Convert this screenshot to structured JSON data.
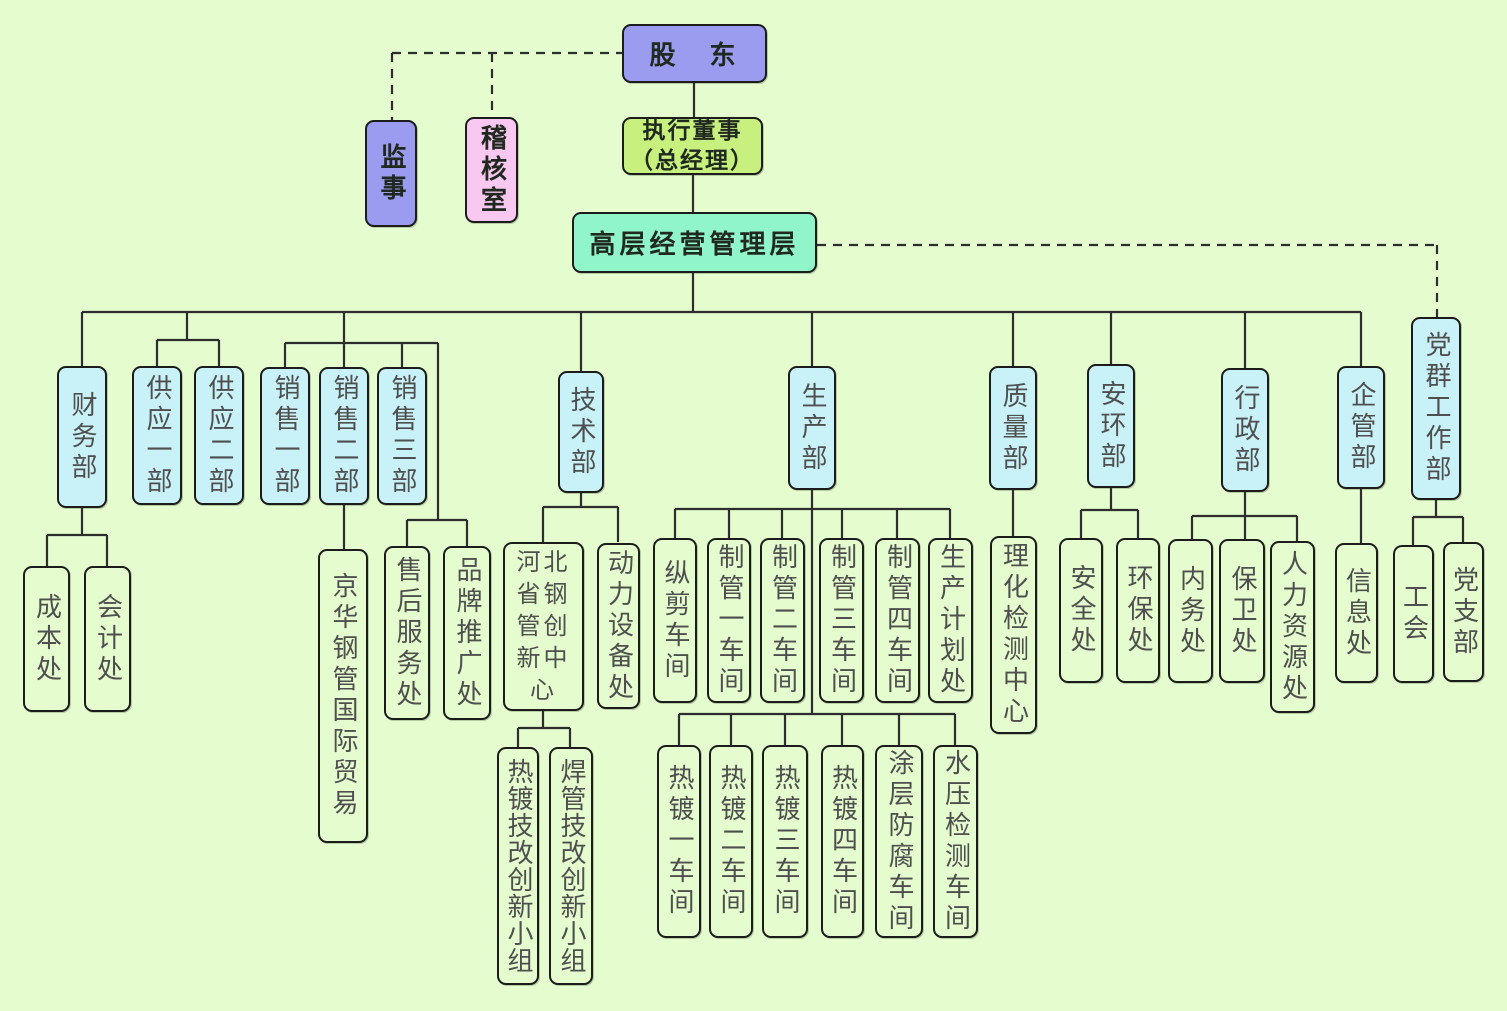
{
  "colors": {
    "background": "#e4fcce",
    "node_cyan": "#c9f2f8",
    "node_purple": "#9b9bf0",
    "node_pink": "#f8c8f0",
    "node_yellow_green": "#c8f07e",
    "node_aqua": "#90f5c8",
    "node_plain": "#e4fcce",
    "border": "#1c1c1c",
    "connector_line": "#2d2d2d",
    "text": "#4f4f4f"
  },
  "nodes": {
    "shareholders": {
      "label": "股　东"
    },
    "supervisor": {
      "label": "监事"
    },
    "audit_office": {
      "label": "稽核室"
    },
    "executive_director": {
      "label": "执行董事\n（总经理）"
    },
    "senior_management": {
      "label": "高层经营管理层"
    },
    "finance_dept": {
      "label": "财务部"
    },
    "supply_dept1": {
      "label": "供应一部"
    },
    "supply_dept2": {
      "label": "供应二部"
    },
    "sales_dept1": {
      "label": "销售一部"
    },
    "sales_dept2": {
      "label": "销售二部"
    },
    "sales_dept3": {
      "label": "销售三部"
    },
    "tech_dept": {
      "label": "技术部"
    },
    "production_dept": {
      "label": "生产部"
    },
    "quality_dept": {
      "label": "质量部"
    },
    "safety_env_dept": {
      "label": "安环部"
    },
    "admin_dept": {
      "label": "行政部"
    },
    "enterprise_mgmt_dept": {
      "label": "企管部"
    },
    "party_mass_work_dept": {
      "label": "党群工作部"
    },
    "cost_office": {
      "label": "成本处"
    },
    "accounting_office": {
      "label": "会计处"
    },
    "jinghua_intl_trade": {
      "label": "京华钢管国际贸易"
    },
    "after_sales_office": {
      "label": "售后服务处"
    },
    "brand_promotion_office": {
      "label": "品牌推广处"
    },
    "hebei_innovation_center": {
      "label": "河北省钢管创新中心"
    },
    "power_equipment_office": {
      "label": "动力设备处"
    },
    "hot_dip_innovation_team": {
      "label": "热镀技改创新小组"
    },
    "welded_pipe_innovation_team": {
      "label": "焊管技改创新小组"
    },
    "slitting_workshop": {
      "label": "纵剪车间"
    },
    "pipe_workshop1": {
      "label": "制管一车间"
    },
    "pipe_workshop2": {
      "label": "制管二车间"
    },
    "pipe_workshop3": {
      "label": "制管三车间"
    },
    "pipe_workshop4": {
      "label": "制管四车间"
    },
    "production_planning_office": {
      "label": "生产计划处"
    },
    "galvanizing_workshop1": {
      "label": "热镀一车间"
    },
    "galvanizing_workshop2": {
      "label": "热镀二车间"
    },
    "galvanizing_workshop3": {
      "label": "热镀三车间"
    },
    "galvanizing_workshop4": {
      "label": "热镀四车间"
    },
    "coating_anticorrosion_workshop": {
      "label": "涂层防腐车间"
    },
    "hydraulic_test_workshop": {
      "label": "水压检测车间"
    },
    "physchem_test_center": {
      "label": "理化检测中心"
    },
    "safety_office": {
      "label": "安全处"
    },
    "env_protection_office": {
      "label": "环保处"
    },
    "internal_affairs_office": {
      "label": "内务处"
    },
    "security_office": {
      "label": "保卫处"
    },
    "hr_office": {
      "label": "人力资源处"
    },
    "information_office": {
      "label": "信息处"
    },
    "labor_union": {
      "label": "工会"
    },
    "party_branch": {
      "label": "党支部"
    }
  },
  "hierarchy": {
    "shareholders": {
      "solid_children": [
        "executive_director"
      ],
      "dashed_children": [
        "supervisor",
        "audit_office"
      ]
    },
    "executive_director": {
      "solid_children": [
        "senior_management"
      ]
    },
    "senior_management": {
      "solid_children": [
        "finance_dept",
        "supply_dept1",
        "supply_dept2",
        "sales_dept1",
        "sales_dept2",
        "sales_dept3",
        "tech_dept",
        "production_dept",
        "quality_dept",
        "safety_env_dept",
        "admin_dept",
        "enterprise_mgmt_dept"
      ],
      "dashed_children": [
        "party_mass_work_dept"
      ]
    },
    "finance_dept": {
      "solid_children": [
        "cost_office",
        "accounting_office"
      ]
    },
    "sales_dept2": {
      "solid_children": [
        "jinghua_intl_trade"
      ]
    },
    "sales_dept3": {
      "solid_children": [
        "after_sales_office",
        "brand_promotion_office"
      ]
    },
    "tech_dept": {
      "solid_children": [
        "hebei_innovation_center",
        "power_equipment_office"
      ]
    },
    "hebei_innovation_center": {
      "solid_children": [
        "hot_dip_innovation_team",
        "welded_pipe_innovation_team"
      ]
    },
    "production_dept": {
      "tier1_children": [
        "slitting_workshop",
        "pipe_workshop1",
        "pipe_workshop2",
        "pipe_workshop3",
        "pipe_workshop4",
        "production_planning_office"
      ],
      "tier2_children": [
        "galvanizing_workshop1",
        "galvanizing_workshop2",
        "galvanizing_workshop3",
        "galvanizing_workshop4",
        "coating_anticorrosion_workshop",
        "hydraulic_test_workshop"
      ]
    },
    "quality_dept": {
      "solid_children": [
        "physchem_test_center"
      ]
    },
    "safety_env_dept": {
      "solid_children": [
        "safety_office",
        "env_protection_office"
      ]
    },
    "admin_dept": {
      "solid_children": [
        "internal_affairs_office",
        "security_office",
        "hr_office"
      ]
    },
    "enterprise_mgmt_dept": {
      "solid_children": [
        "information_office"
      ]
    },
    "party_mass_work_dept": {
      "solid_children": [
        "labor_union",
        "party_branch"
      ]
    }
  }
}
